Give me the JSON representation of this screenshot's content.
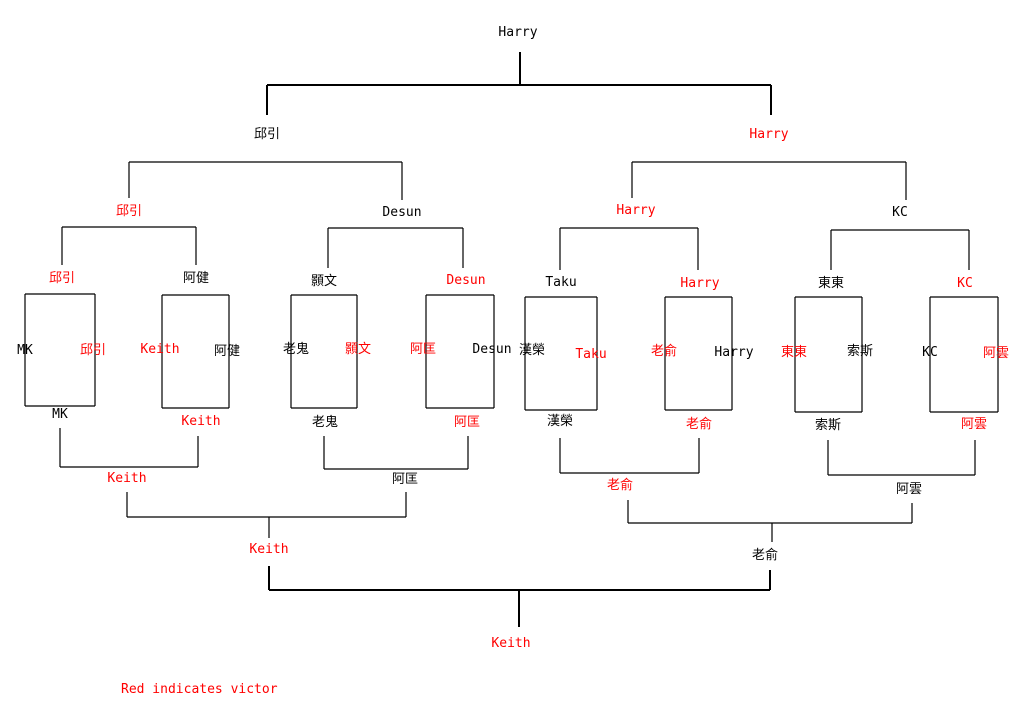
{
  "colors": {
    "winner": "#ff0000",
    "normal": "#000000",
    "line": "#000000"
  },
  "legend": "Red indicates victor",
  "upper": {
    "champion": "Harry",
    "finalists": [
      "邱引",
      "Harry"
    ],
    "semifinal": [
      "邱引",
      "Desun",
      "Harry",
      "KC"
    ],
    "quarterfinal": [
      "邱引",
      "阿健",
      "顥文",
      "Desun",
      "Taku",
      "Harry",
      "東東",
      "KC"
    ],
    "first_round": [
      "MK",
      "邱引",
      "Keith",
      "阿健",
      "老鬼",
      "顥文",
      "阿匡",
      "Desun",
      "漢榮",
      "Taku",
      "老俞",
      "Harry",
      "東東",
      "索斯",
      "KC",
      "阿雲"
    ]
  },
  "lower": {
    "round1": [
      "MK",
      "Keith",
      "老鬼",
      "阿匡",
      "漢榮",
      "老俞",
      "索斯",
      "阿雲"
    ],
    "round2": [
      "Keith",
      "阿匡",
      "老俞",
      "阿雲"
    ],
    "round3": [
      "Keith",
      "老俞"
    ],
    "winner": "Keith"
  },
  "winners": {
    "upper_semifinal": [
      true,
      false,
      true,
      false
    ],
    "upper_finalists": [
      false,
      true
    ],
    "upper_quarterfinal": [
      true,
      false,
      false,
      true,
      false,
      true,
      false,
      true
    ],
    "upper_first_round": [
      false,
      true,
      true,
      false,
      false,
      true,
      true,
      false,
      false,
      true,
      true,
      false,
      true,
      false,
      false,
      true
    ],
    "lower_round1": [
      false,
      true,
      false,
      true,
      false,
      true,
      false,
      true
    ],
    "lower_round2": [
      true,
      false,
      true,
      false
    ],
    "lower_round3": [
      true,
      false
    ],
    "lower_winner": true
  }
}
